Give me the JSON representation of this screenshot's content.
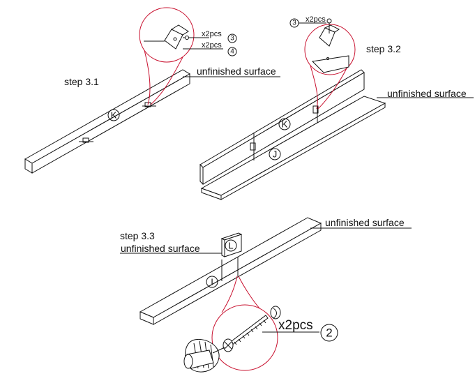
{
  "steps": {
    "s31": {
      "title": "step 3.1",
      "surface_note": "unfinished surface",
      "part_label": "K",
      "callout": {
        "qty_top": "x2pcs",
        "num_top": "3",
        "qty_bottom": "x2pcs",
        "num_bottom": "4"
      }
    },
    "s32": {
      "title": "step 3.2",
      "surface_note": "unfinished surface",
      "part_label_top": "K",
      "part_label_bottom": "J",
      "callout": {
        "qty": "x2pcs",
        "num": "3"
      }
    },
    "s33": {
      "title": "step 3.3",
      "surface_note_top": "unfinished surface",
      "surface_note_left": "unfinished surface",
      "part_label_small": "L",
      "part_label_long": "I",
      "callout": {
        "qty": "x2pcs",
        "num": "2"
      }
    }
  },
  "colors": {
    "line": "#111111",
    "callout": "#c8102e",
    "background": "#ffffff"
  },
  "icons": [
    "corner-bracket-icon",
    "screw-icon",
    "screwdriver-icon",
    "cam-lock-icon"
  ]
}
